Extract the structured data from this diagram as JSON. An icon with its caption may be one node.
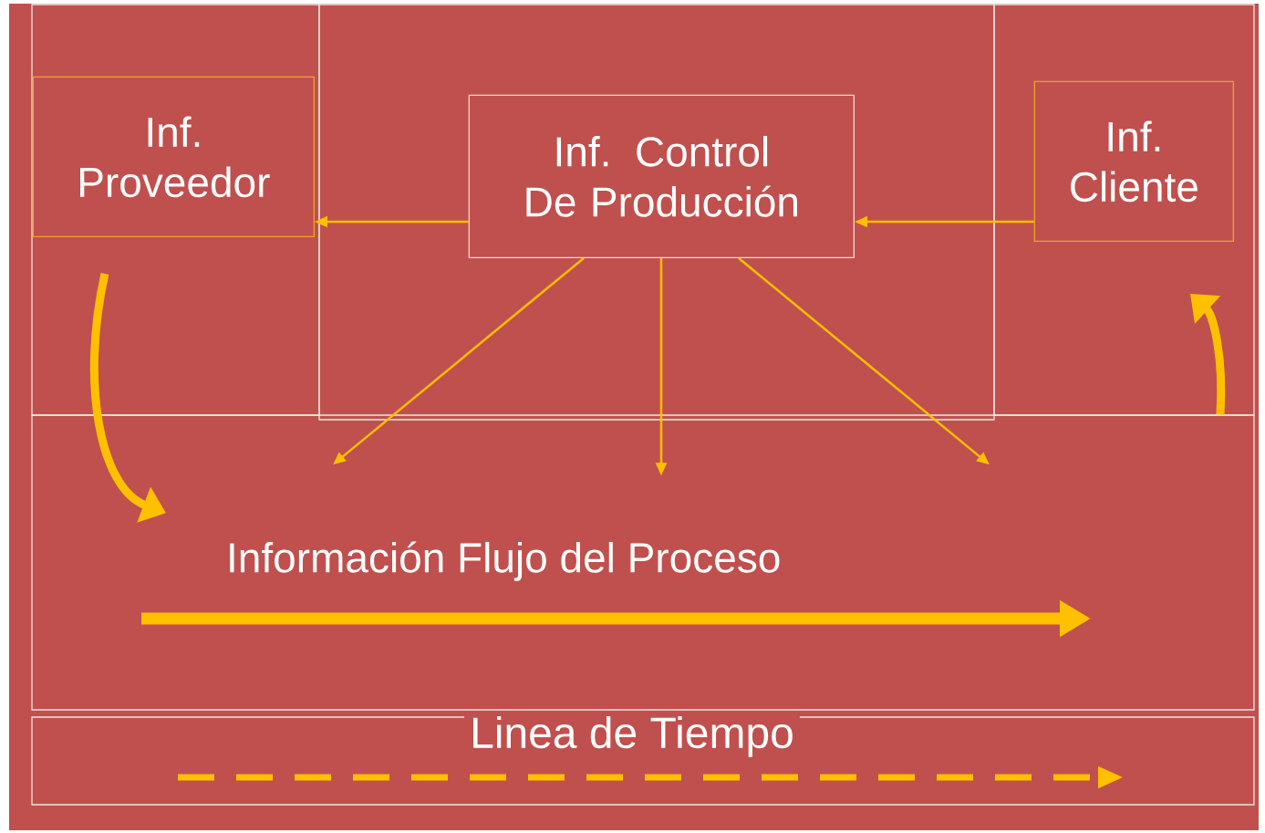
{
  "diagram": {
    "nodes": [
      {
        "text": [],
        "shape": "box"
      },
      {
        "text": [
          "Inf. Proveedor"
        ],
        "in": 0
      },
      {
        "text": [],
        "shape": "box"
      },
      {
        "text": [
          "Inf. Control De Producción"
        ],
        "in": 2
      },
      {
        "text": [],
        "shape": "box"
      },
      {
        "text": [
          "Inf. Cliente"
        ],
        "in": 4
      },
      {
        "text": [
          "Información Flujo del Proceso"
        ]
      },
      {
        "text": [
          "Linea de Tiempo"
        ]
      }
    ],
    "edges": [
      {
        "from": 3,
        "to": 1,
        "arrow": "to"
      },
      {
        "from": 5,
        "to": 3,
        "arrow": "to"
      },
      {
        "from": 3,
        "to": 6,
        "arrow": "to"
      },
      {
        "from": 3,
        "to": 6,
        "arrow": "to"
      },
      {
        "from": 3,
        "to": 6,
        "arrow": "to"
      },
      {
        "from": 1,
        "to": 6,
        "arrow": "to",
        "style": "thick"
      },
      {
        "from": 6,
        "to": 5,
        "arrow": "to",
        "style": "thick"
      }
    ]
  }
}
